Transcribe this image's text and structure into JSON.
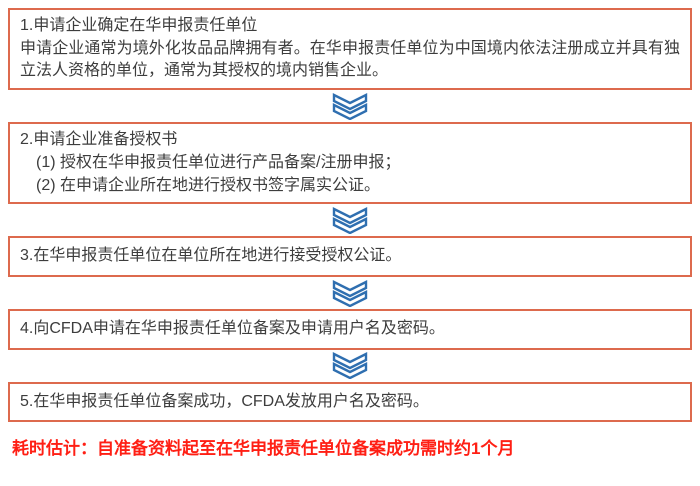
{
  "boxes": [
    {
      "title": "1.申请企业确定在华申报责任单位",
      "body": "申请企业通常为境外化妆品品牌拥有者。在华申报责任单位为中国境内依法注册成立并具有独立法人资格的单位，通常为其授权的境内销售企业。"
    },
    {
      "title": "2.申请企业准备授权书",
      "items": [
        "(1) 授权在华申报责任单位进行产品备案/注册申报；",
        "(2) 在申请企业所在地进行授权书签字属实公证。"
      ]
    },
    {
      "title": "3.在华申报责任单位在单位所在地进行接受授权公证。"
    },
    {
      "title": "4.向CFDA申请在华申报责任单位备案及申请用户名及密码。"
    },
    {
      "title": "5.在华申报责任单位备案成功，CFDA发放用户名及密码。"
    }
  ],
  "footer": {
    "note": "耗时估计：自准备资料起至在华申报责任单位备案成功需时约1个月"
  },
  "icons": {
    "arrow": "double-chevron-down"
  },
  "colors": {
    "box_border": "#dd6a4d",
    "arrow": "#2f6fb0",
    "text": "#3d3d3d",
    "note": "#ff1f14"
  }
}
